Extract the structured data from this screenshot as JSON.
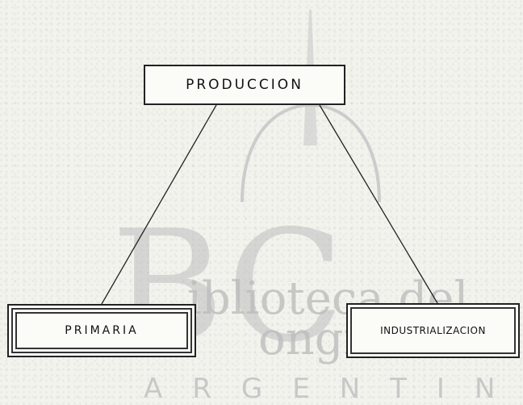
{
  "diagram": {
    "root": {
      "label": "PRODUCCION"
    },
    "children": [
      {
        "label": "PRIMARIA"
      },
      {
        "label": "INDUSTRIALIZACION"
      }
    ]
  },
  "watermark": {
    "monogram": "BC",
    "line1": "iblioteca del",
    "line2": "ongreso",
    "line3": "ARGENTINA"
  }
}
